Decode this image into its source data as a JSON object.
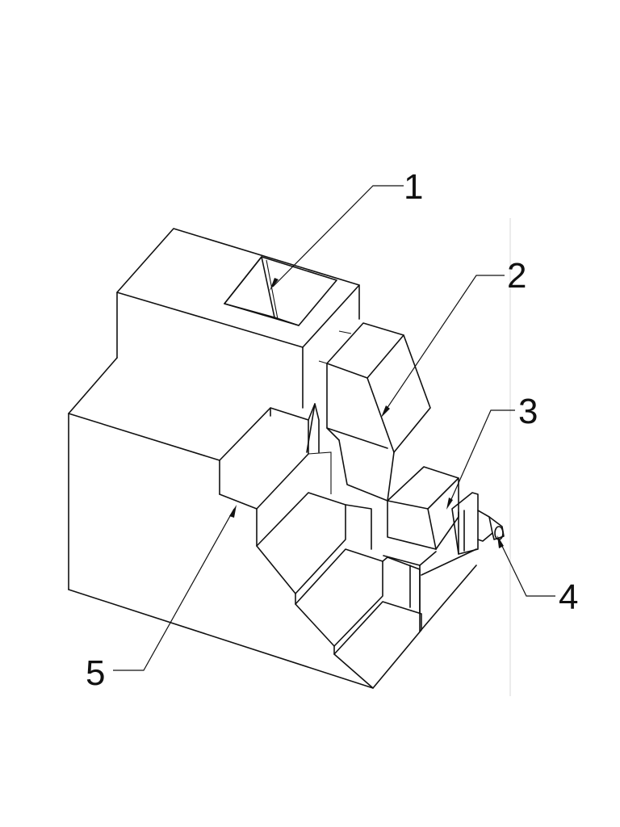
{
  "figure": {
    "callouts": [
      {
        "id": "1",
        "label": "1"
      },
      {
        "id": "2",
        "label": "2"
      },
      {
        "id": "3",
        "label": "3"
      },
      {
        "id": "4",
        "label": "4"
      },
      {
        "id": "5",
        "label": "5"
      }
    ]
  },
  "colors": {
    "line": "#111111",
    "background": "#ffffff",
    "frame": "#d9d9d9"
  }
}
